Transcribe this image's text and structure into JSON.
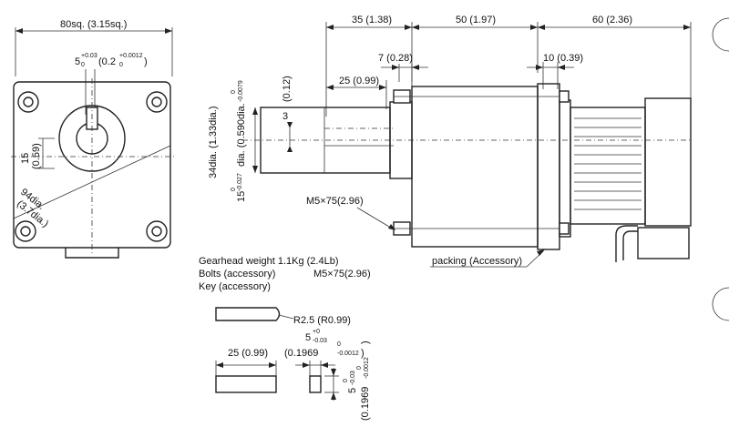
{
  "front_view": {
    "width_dim": "80sq. (3.15sq.)",
    "keyway_main": "5",
    "keyway_tol_upper": "+0.03",
    "keyway_tol_lower": "0",
    "keyway_inch_main": "(0.2",
    "keyway_inch_tol_upper": "+0.0012",
    "keyway_inch_tol_lower": "0",
    "keyway_inch_close": ")",
    "offset_dim": "15",
    "offset_inch": "(0.59)",
    "pcd_dim": "94dia.",
    "pcd_inch": "(3.7dia.)"
  },
  "side_view": {
    "dim_35": "35 (1.38)",
    "dim_50": "50 (1.97)",
    "dim_60": "60 (2.36)",
    "dim_7": "7 (0.28)",
    "dim_10": "10 (0.39)",
    "dim_25": "25 (0.99)",
    "dim_012": "(0.12)",
    "dim_3": "3",
    "dim_34": "34dia. (1.33dia.)",
    "shaft_dia_main": "15",
    "shaft_dia_tol_upper": "0",
    "shaft_dia_tol_lower": "-0.027",
    "shaft_dia_inch": "dia. (0.590dia.",
    "shaft_dia_inch_tol_upper": "0",
    "shaft_dia_inch_tol_lower": "-0.0079",
    "shaft_dia_inch_close": ")",
    "bolt_label": "M5×75(2.96)",
    "packing_label": "packing (Accessory)"
  },
  "notes": {
    "weight": "Gearhead weight 1.1Kg (2.4Lb)",
    "bolts_label": "Bolts (accessory)",
    "bolts_value": "M5×75(2.96)",
    "key_label": "Key (accessory)"
  },
  "key_detail": {
    "radius": "R2.5 (R0.99)",
    "width_main": "5",
    "width_tol_upper": "+0",
    "width_tol_lower": "-0.03",
    "width_inch_tol_upper": "0",
    "width_inch_tol_lower": "-0.0012",
    "length": "25 (0.99)",
    "width_inch": "(0.1969",
    "width_inch_close": ")",
    "height_main": "5",
    "height_tol_upper": "0",
    "height_tol_lower": "-0.03",
    "height_inch": "(0.1969",
    "height_inch_tol_upper": "0",
    "height_inch_tol_lower": "-0.0012",
    "height_inch_close": ")"
  }
}
